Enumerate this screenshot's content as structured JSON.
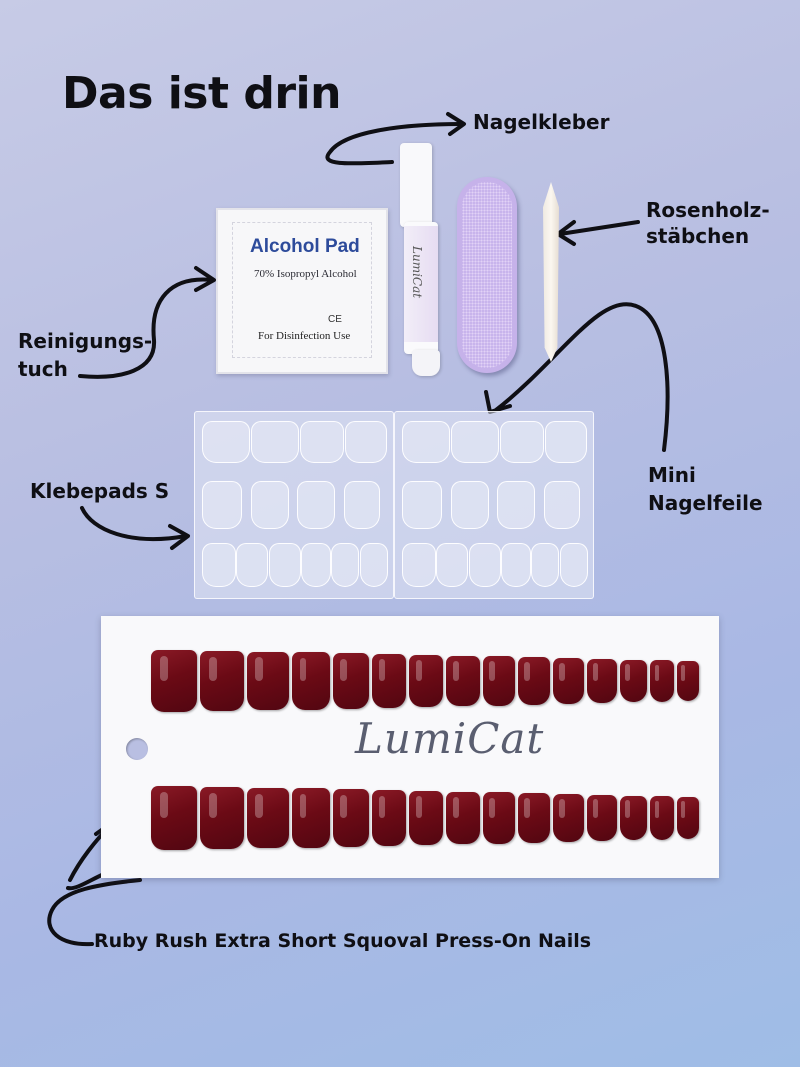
{
  "title": "Das ist drin",
  "labels": {
    "glue": "Nagelkleber",
    "stick_1": "Rosenholz-",
    "stick_2": "stäbchen",
    "wipe_1": "Reinigungs-",
    "wipe_2": "tuch",
    "tabs": "Klebepads S",
    "file_1": "Mini",
    "file_2": "Nagelfeile",
    "nails": "Ruby Rush Extra Short Squoval Press-On Nails"
  },
  "alcohol_pad": {
    "title": "Alcohol Pad",
    "subtitle": "70% Isopropyl Alcohol",
    "mark": "CE",
    "use": "For Disinfection Use"
  },
  "glue_brand": "LumiCat",
  "card": {
    "brand": "LumiCat"
  },
  "colors": {
    "nail": "#6b0a15",
    "file": "#c6b2ea",
    "pad_title": "#2d4b9b",
    "text": "#0f0f14"
  },
  "icons": [
    "curved-arrow-icon"
  ]
}
